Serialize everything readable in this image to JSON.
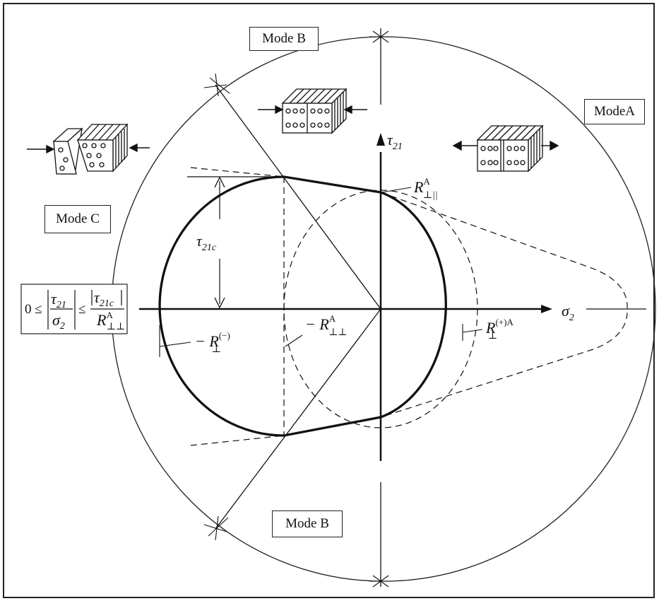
{
  "mode_labels": {
    "mode_b_top": "Mode B",
    "mode_a": "ModeA",
    "mode_c": "Mode C",
    "mode_b_bottom": "Mode B"
  },
  "axis_labels": {
    "tau_axis": "τ",
    "tau_axis_sub": "21",
    "sigma_axis": "σ",
    "sigma_axis_sub": "2"
  },
  "annotations": {
    "tau_c": "τ",
    "tau_c_sub": "21c",
    "r_par": "R",
    "r_par_sub": "⊥||",
    "r_par_sup": "A",
    "r_perp_neg": "− R",
    "r_perp_neg_sub": "⊥",
    "r_perp_neg_sup": "(−)",
    "r_perp_perp_neg": "− R",
    "r_perp_perp_neg_sub": "⊥⊥",
    "r_perp_perp_neg_sup": "A",
    "r_perp_pos": "R",
    "r_perp_pos_sub": "⊥",
    "r_perp_pos_sup": "(+)A"
  },
  "condition_box": {
    "lhs": "0 ≤",
    "frac1_num": "τ",
    "frac1_num_sub": "21",
    "frac1_den": "σ",
    "frac1_den_sub": "2",
    "mid": "≤",
    "frac2_num": "τ",
    "frac2_num_sub": "21c",
    "frac2_den": "R",
    "frac2_den_sub": "⊥⊥",
    "frac2_den_sup": "A"
  }
}
